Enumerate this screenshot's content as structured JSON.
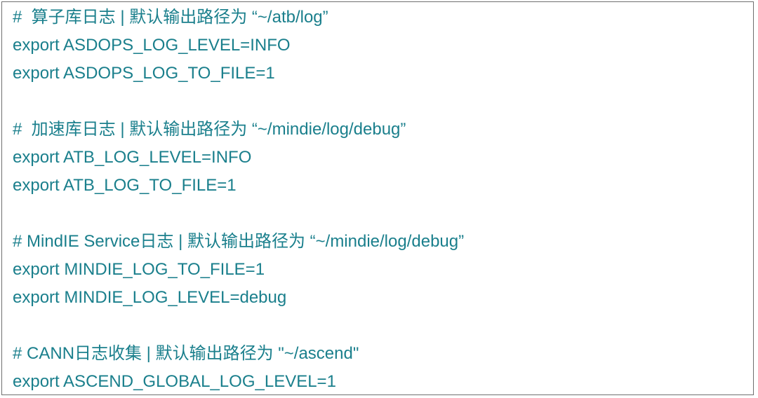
{
  "lines": [
    {
      "text": "#  算子库日志 | 默认输出路径为 “~/atb/log”"
    },
    {
      "text": "export ASDOPS_LOG_LEVEL=INFO"
    },
    {
      "text": "export ASDOPS_LOG_TO_FILE=1"
    },
    {
      "text": ""
    },
    {
      "text": "#  加速库日志 | 默认输出路径为 “~/mindie/log/debug”"
    },
    {
      "text": "export ATB_LOG_LEVEL=INFO"
    },
    {
      "text": "export ATB_LOG_TO_FILE=1"
    },
    {
      "text": ""
    },
    {
      "text": "# MindIE Service日志 | 默认输出路径为 “~/mindie/log/debug”"
    },
    {
      "text": "export MINDIE_LOG_TO_FILE=1"
    },
    {
      "text": "export MINDIE_LOG_LEVEL=debug"
    },
    {
      "text": ""
    },
    {
      "text": "# CANN日志收集 | 默认输出路径为 \"~/ascend\""
    },
    {
      "text": "export ASCEND_GLOBAL_LOG_LEVEL=1"
    }
  ],
  "colors": {
    "text": "#1a7f8c",
    "border": "#6f6f6f",
    "background": "#ffffff"
  }
}
